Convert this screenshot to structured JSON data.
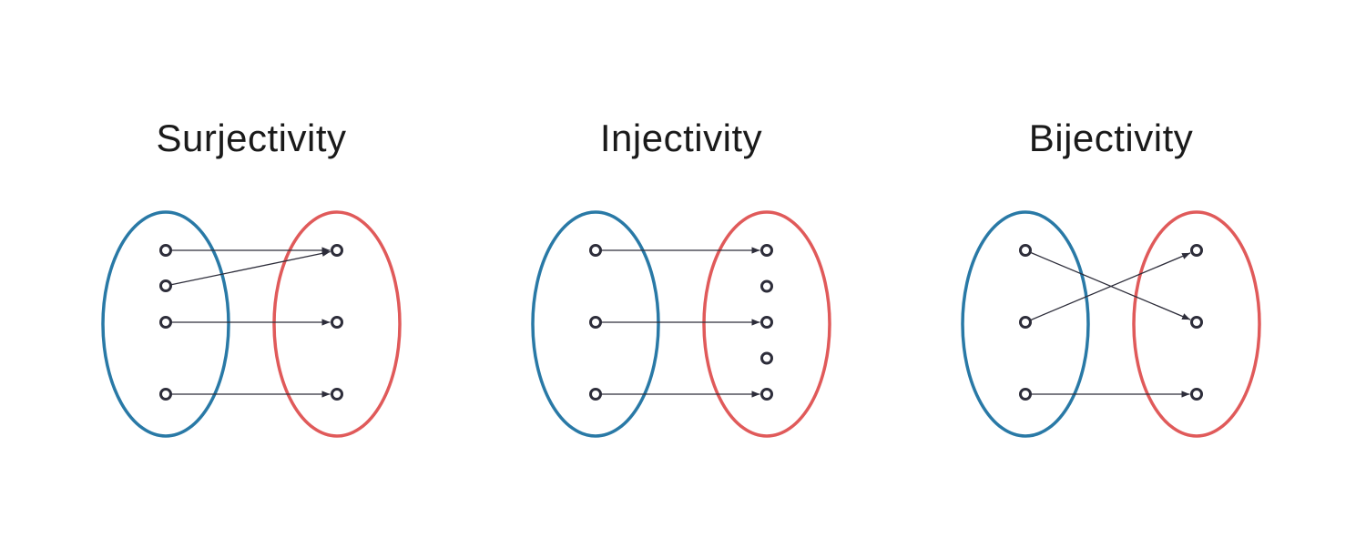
{
  "colors": {
    "domain": "#2979a6",
    "codomain": "#e05a5a",
    "node": "#2d2d3a",
    "arrow": "#2d2d3a",
    "text": "#1a1a1a"
  },
  "diagrams": [
    {
      "id": "surjectivity",
      "title": "Surjectivity",
      "domain_count": 4,
      "codomain_count": 3,
      "mappings": [
        [
          0,
          0
        ],
        [
          1,
          0
        ],
        [
          2,
          1
        ],
        [
          3,
          2
        ]
      ]
    },
    {
      "id": "injectivity",
      "title": "Injectivity",
      "domain_count": 3,
      "codomain_count": 5,
      "mappings": [
        [
          0,
          0
        ],
        [
          1,
          2
        ],
        [
          2,
          4
        ]
      ]
    },
    {
      "id": "bijectivity",
      "title": "Bijectivity",
      "domain_count": 3,
      "codomain_count": 3,
      "mappings": [
        [
          0,
          1
        ],
        [
          1,
          0
        ],
        [
          2,
          2
        ]
      ]
    }
  ]
}
